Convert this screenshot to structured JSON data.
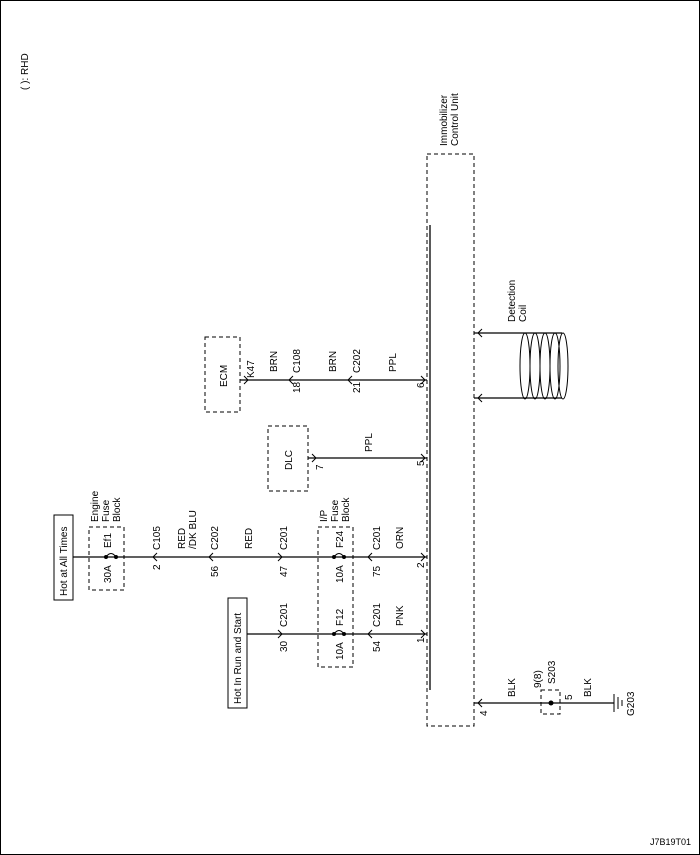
{
  "legend": "( ): RHD",
  "figure_id": "J7B19T01",
  "modules": {
    "immobilizer": "Immobilizer\nControl Unit",
    "ecm": "ECM",
    "dlc": "DLC",
    "detection_coil": "Detection\nCoil"
  },
  "power": {
    "hot_at_all_times": "Hot at All Times",
    "hot_in_run_and_start": "Hot In Run and Start"
  },
  "fuse_blocks": {
    "engine": "Engine\nFuse\nBlock",
    "ip": "I/P\nFuse\nBlock"
  },
  "fuses": {
    "ef1_name": "Ef1",
    "ef1_rating": "30A",
    "f24_name": "F24",
    "f24_rating": "10A",
    "f12_name": "F12",
    "f12_rating": "10A"
  },
  "pins": {
    "ecm_k47": "K47",
    "c108_18": "18",
    "c202_21": "21",
    "icu_6": "6",
    "dlc_7": "7",
    "icu_5": "5",
    "c105_2": "2",
    "c202_56": "56",
    "c201_47": "47",
    "c201_75": "75",
    "icu_2": "2",
    "c201_30": "30",
    "c201_54": "54",
    "icu_1": "1",
    "icu_4": "4",
    "s203_9": "9(8)",
    "s203_5": "5"
  },
  "connectors": {
    "c108": "C108",
    "c202_a": "C202",
    "c105": "C105",
    "c202_b": "C202",
    "c201_a": "C201",
    "c201_b": "C201",
    "c201_c": "C201",
    "c201_d": "C201",
    "s203": "S203",
    "g203": "G203"
  },
  "wire_colors": {
    "brn_1": "BRN",
    "brn_2": "BRN",
    "ppl_1": "PPL",
    "ppl_2": "PPL",
    "red_dk_blu": "RED\n/DK BLU",
    "red": "RED",
    "orn": "ORN",
    "pnk": "PNK",
    "blk_1": "BLK",
    "blk_2": "BLK"
  }
}
